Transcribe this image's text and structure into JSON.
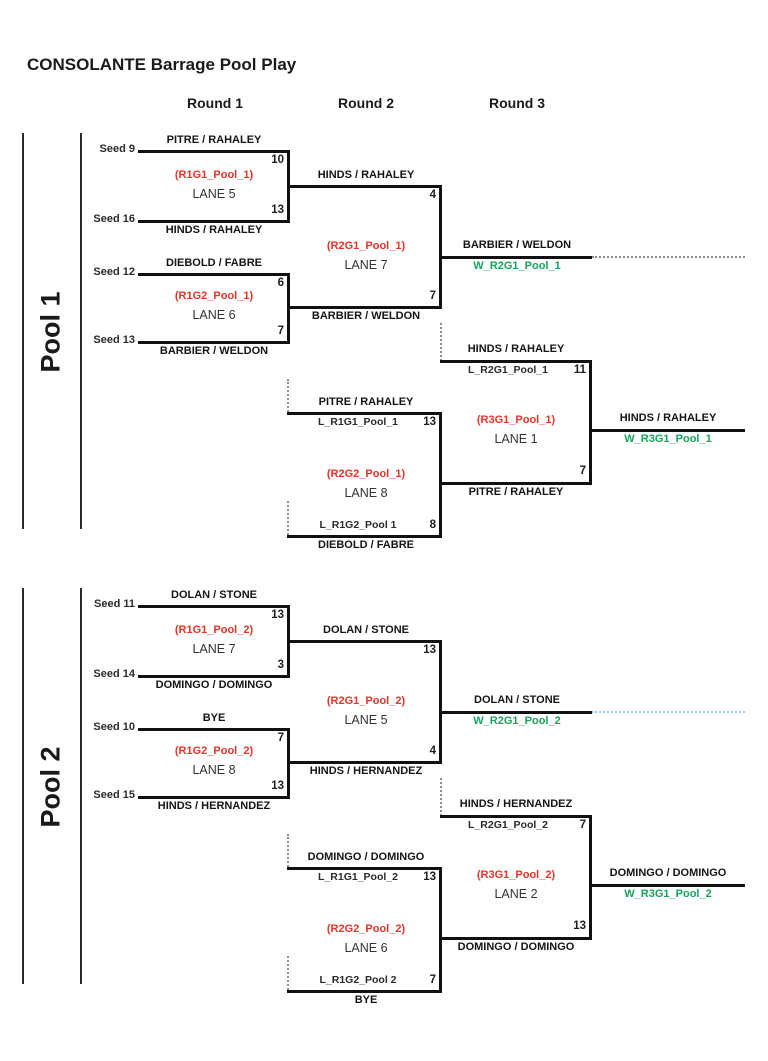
{
  "title": "CONSOLANTE Barrage Pool Play",
  "round_headers": [
    "Round 1",
    "Round 2",
    "Round 3"
  ],
  "colors": {
    "match_id_red": "#e73428",
    "winner_green": "#17a35b",
    "bracket_line": "#111111",
    "pool1_trail_dotted": "#8a8a8a",
    "pool2_trail_dotted": "#a6cee3"
  },
  "pools": [
    {
      "name": "Pool 1",
      "seeds": [
        "Seed 9",
        "Seed 16",
        "Seed 12",
        "Seed 13"
      ],
      "r1g1": {
        "match_id": "(R1G1_Pool_1)",
        "lane": "LANE 5",
        "top_team": "PITRE / RAHALEY",
        "top_score": "10",
        "bottom_team": "HINDS / RAHALEY",
        "bottom_score": "13"
      },
      "r1g2": {
        "match_id": "(R1G2_Pool_1)",
        "lane": "LANE 6",
        "top_team": "DIEBOLD / FABRE",
        "top_score": "6",
        "bottom_team": "BARBIER / WELDON",
        "bottom_score": "7"
      },
      "r2g1": {
        "match_id": "(R2G1_Pool_1)",
        "lane": "LANE 7",
        "top_team": "HINDS / RAHALEY",
        "top_score": "4",
        "bottom_team": "BARBIER / WELDON",
        "bottom_score": "7",
        "winner_team": "BARBIER / WELDON",
        "winner_tag": "W_R2G1_Pool_1"
      },
      "r2g2": {
        "match_id": "(R2G2_Pool_1)",
        "lane": "LANE 8",
        "top_team": "PITRE / RAHALEY",
        "top_tag": "L_R1G1_Pool_1",
        "top_score": "13",
        "bottom_team": "DIEBOLD / FABRE",
        "bottom_tag": "L_R1G2_Pool 1",
        "bottom_score": "8"
      },
      "r3g1": {
        "match_id": "(R3G1_Pool_1)",
        "lane": "LANE 1",
        "top_team": "HINDS / RAHALEY",
        "top_tag": "L_R2G1_Pool_1",
        "top_score": "11",
        "bottom_team": "PITRE / RAHALEY",
        "bottom_score": "7",
        "winner_team": "HINDS / RAHALEY",
        "winner_tag": "W_R3G1_Pool_1"
      }
    },
    {
      "name": "Pool 2",
      "seeds": [
        "Seed 11",
        "Seed 14",
        "Seed 10",
        "Seed 15"
      ],
      "r1g1": {
        "match_id": "(R1G1_Pool_2)",
        "lane": "LANE 7",
        "top_team": "DOLAN / STONE",
        "top_score": "13",
        "bottom_team": "DOMINGO / DOMINGO",
        "bottom_score": "3"
      },
      "r1g2": {
        "match_id": "(R1G2_Pool_2)",
        "lane": "LANE 8",
        "top_team": "BYE",
        "top_score": "7",
        "bottom_team": "HINDS / HERNANDEZ",
        "bottom_score": "13"
      },
      "r2g1": {
        "match_id": "(R2G1_Pool_2)",
        "lane": "LANE 5",
        "top_team": "DOLAN / STONE",
        "top_score": "13",
        "bottom_team": "HINDS / HERNANDEZ",
        "bottom_score": "4",
        "winner_team": "DOLAN / STONE",
        "winner_tag": "W_R2G1_Pool_2"
      },
      "r2g2": {
        "match_id": "(R2G2_Pool_2)",
        "lane": "LANE 6",
        "top_team": "DOMINGO / DOMINGO",
        "top_tag": "L_R1G1_Pool_2",
        "top_score": "13",
        "bottom_team": "BYE",
        "bottom_tag": "L_R1G2_Pool 2",
        "bottom_score": "7"
      },
      "r3g1": {
        "match_id": "(R3G1_Pool_2)",
        "lane": "LANE 2",
        "top_team": "HINDS / HERNANDEZ",
        "top_tag": "L_R2G1_Pool_2",
        "top_score": "7",
        "bottom_team": "DOMINGO / DOMINGO",
        "bottom_score": "13",
        "winner_team": "DOMINGO / DOMINGO",
        "winner_tag": "W_R3G1_Pool_2"
      }
    }
  ]
}
